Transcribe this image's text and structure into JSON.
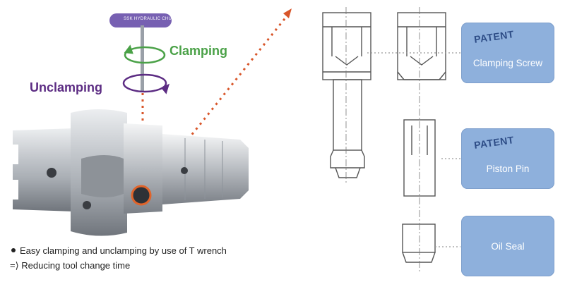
{
  "wrench": {
    "label": "SSK HYDRAULIC CHUCK"
  },
  "labels": {
    "clamping": "Clamping",
    "unclamping": "Unclamping"
  },
  "notes": {
    "line1": "Easy clamping and unclamping by use of T wrench",
    "line2": "=⟩ Reducing tool change time"
  },
  "parts": [
    {
      "patent": "PATENT",
      "name": "Clamping Screw"
    },
    {
      "patent": "PATENT",
      "name": "Piston Pin"
    },
    {
      "patent": "",
      "name": "Oil Seal"
    }
  ],
  "colors": {
    "clamping": "#4aa147",
    "unclamping": "#5c2c83",
    "arrow": "#d8562a",
    "box": "#8eb0dc",
    "patent": "#2d4c86",
    "wrench": "#7760b2"
  }
}
